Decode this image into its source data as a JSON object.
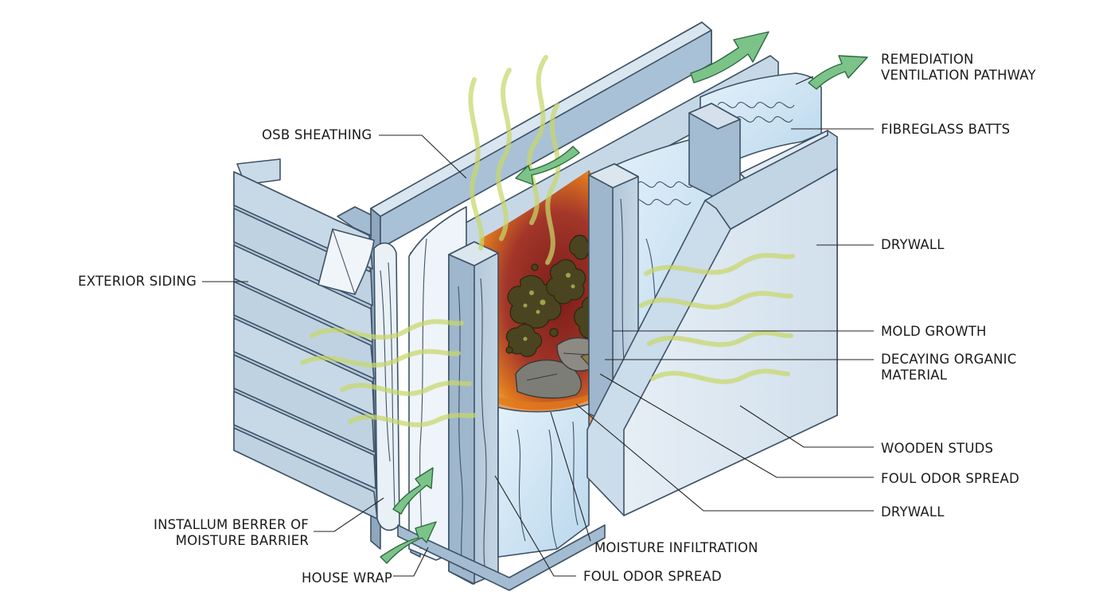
{
  "labels": {
    "remediation": [
      "REMEDIATION",
      "VENTILATION PATHWAY"
    ],
    "osb_sheathing": "OSB SHEATHING",
    "fibreglass_batts": "FIBREGLASS BATTS",
    "exterior_siding": "EXTERIOR SIDING",
    "drywall_top": "DRYWALL",
    "mold_growth": "MOLD GROWTH",
    "decaying_organic": [
      "DECAYING ORGANIC",
      "MATERIAL"
    ],
    "wooden_studs": "WOODEN STUDS",
    "foul_odor_right": "FOUL ODOR SPREAD",
    "drywall_bottom": "DRYWALL",
    "installum": [
      "INSTALLUM BERRER OF",
      "MOISTURE BARRIER"
    ],
    "house_wrap": "HOUSE WRAP",
    "moisture_infiltration": "MOISTURE INFILTRATION",
    "foul_odor_bottom": "FOUL ODOR SPREAD"
  },
  "colors": {
    "panel_blue": "#b7cde0",
    "panel_light": "#dde8f1",
    "insulation": "#c3dcec",
    "mold_red": "#a3362a",
    "mold_orange": "#e07a1f",
    "odor_green": "#c8d76a",
    "arrow_green": "#7cc38a"
  }
}
